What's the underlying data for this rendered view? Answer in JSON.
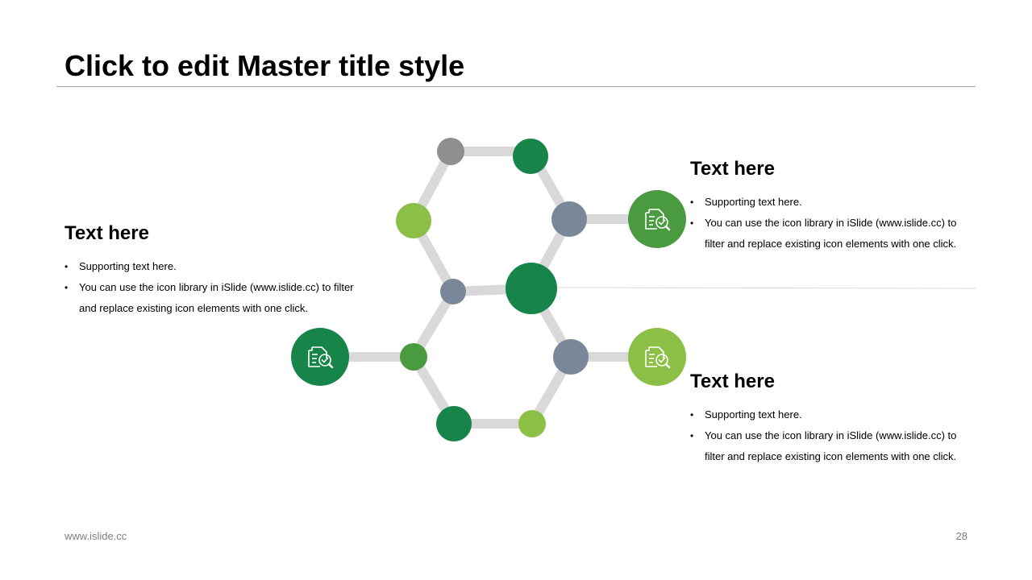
{
  "slide": {
    "title": "Click to edit Master title style",
    "footer_url": "www.islide.cc",
    "page_number": "28"
  },
  "blocks": [
    {
      "heading": "Text here",
      "bullets": [
        "Supporting text here.",
        "You can use the icon library in iSlide  (www.islide.cc) to filter and replace existing icon elements with one click."
      ]
    },
    {
      "heading": "Text here",
      "bullets": [
        "Supporting text here.",
        "You can use the icon library in iSlide  (www.islide.cc) to filter and replace existing icon elements with one click."
      ]
    },
    {
      "heading": "Text here",
      "bullets": [
        "Supporting text here.",
        "You can use the icon library in iSlide  (www.islide.cc) to filter and replace existing icon elements with one click."
      ]
    }
  ],
  "icons": {
    "node_icon": "document-search-icon"
  },
  "colors": {
    "dark_green": "#178449",
    "mid_green": "#4a9a3f",
    "light_green": "#8cbf45",
    "slate": "#7a8799",
    "gray": "#8f8f8f",
    "connector": "#d9d9d9"
  }
}
